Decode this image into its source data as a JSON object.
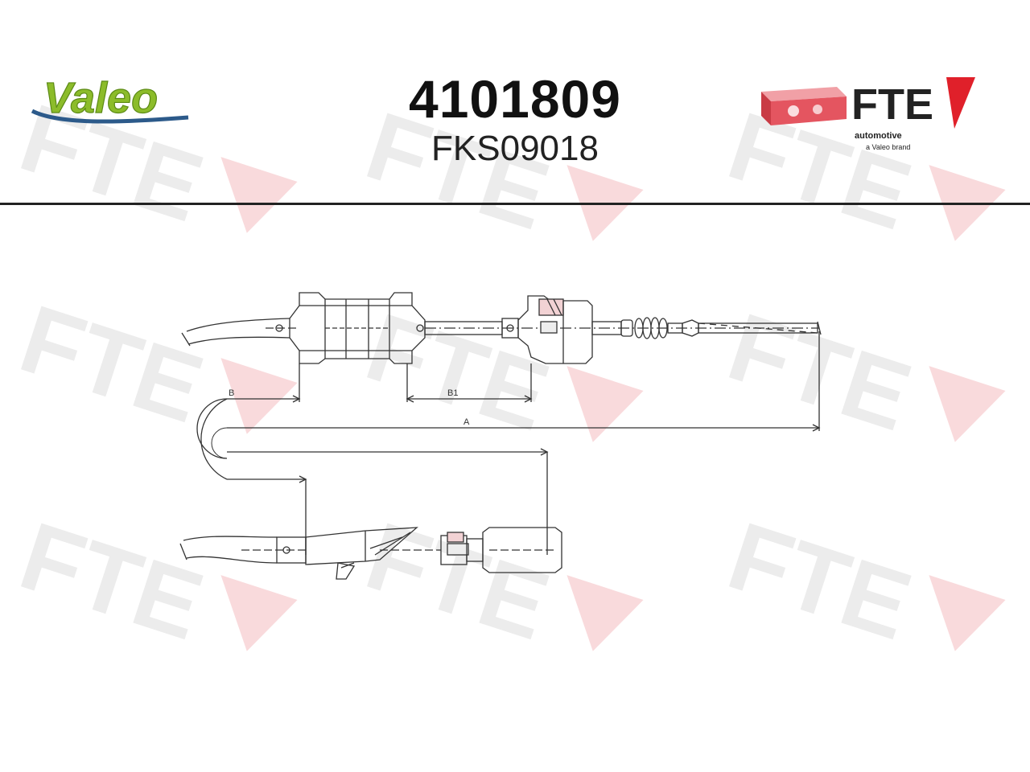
{
  "header": {
    "brand_left": "Valeo",
    "brand_right": "FTE",
    "brand_right_sub1": "automotive",
    "brand_right_sub2": "a Valeo brand",
    "part_number": "4101809",
    "reference_number": "FKS09018"
  },
  "watermark": {
    "text": "FTE"
  },
  "dimensions": {
    "b": "B",
    "b1": "B1",
    "a": "A"
  },
  "colors": {
    "valeo_green": "#8cbc2a",
    "valeo_blue": "#2c5a8a",
    "fte_red": "#e0202a",
    "watermark_gray": "#e6e6e6",
    "watermark_pink": "#f8d4d6",
    "line": "#333333"
  }
}
